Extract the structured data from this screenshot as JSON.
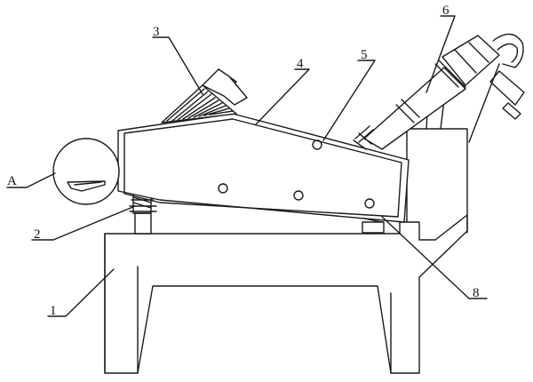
{
  "labels": {
    "base": "1",
    "spring": "2",
    "motor": "3",
    "screen_box": "4",
    "screen_hole": "5",
    "cyclone": "6",
    "spring_right": "8",
    "detail": "A"
  }
}
